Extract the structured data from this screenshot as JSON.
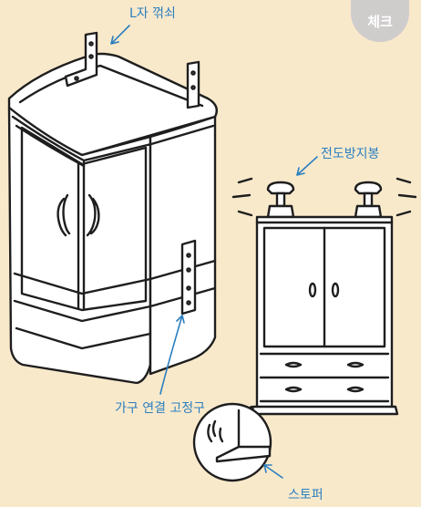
{
  "badge": {
    "text": "체크"
  },
  "labels": {
    "l_bracket": "L자 꺾쇠",
    "anti_tip_pole": "전도방지봉",
    "furniture_fixer": "가구 연결 고정구",
    "stopper": "스토퍼"
  },
  "colors": {
    "background": "#f9e9cb",
    "label_text": "#2a7fc0",
    "badge": "#cfcccc"
  }
}
